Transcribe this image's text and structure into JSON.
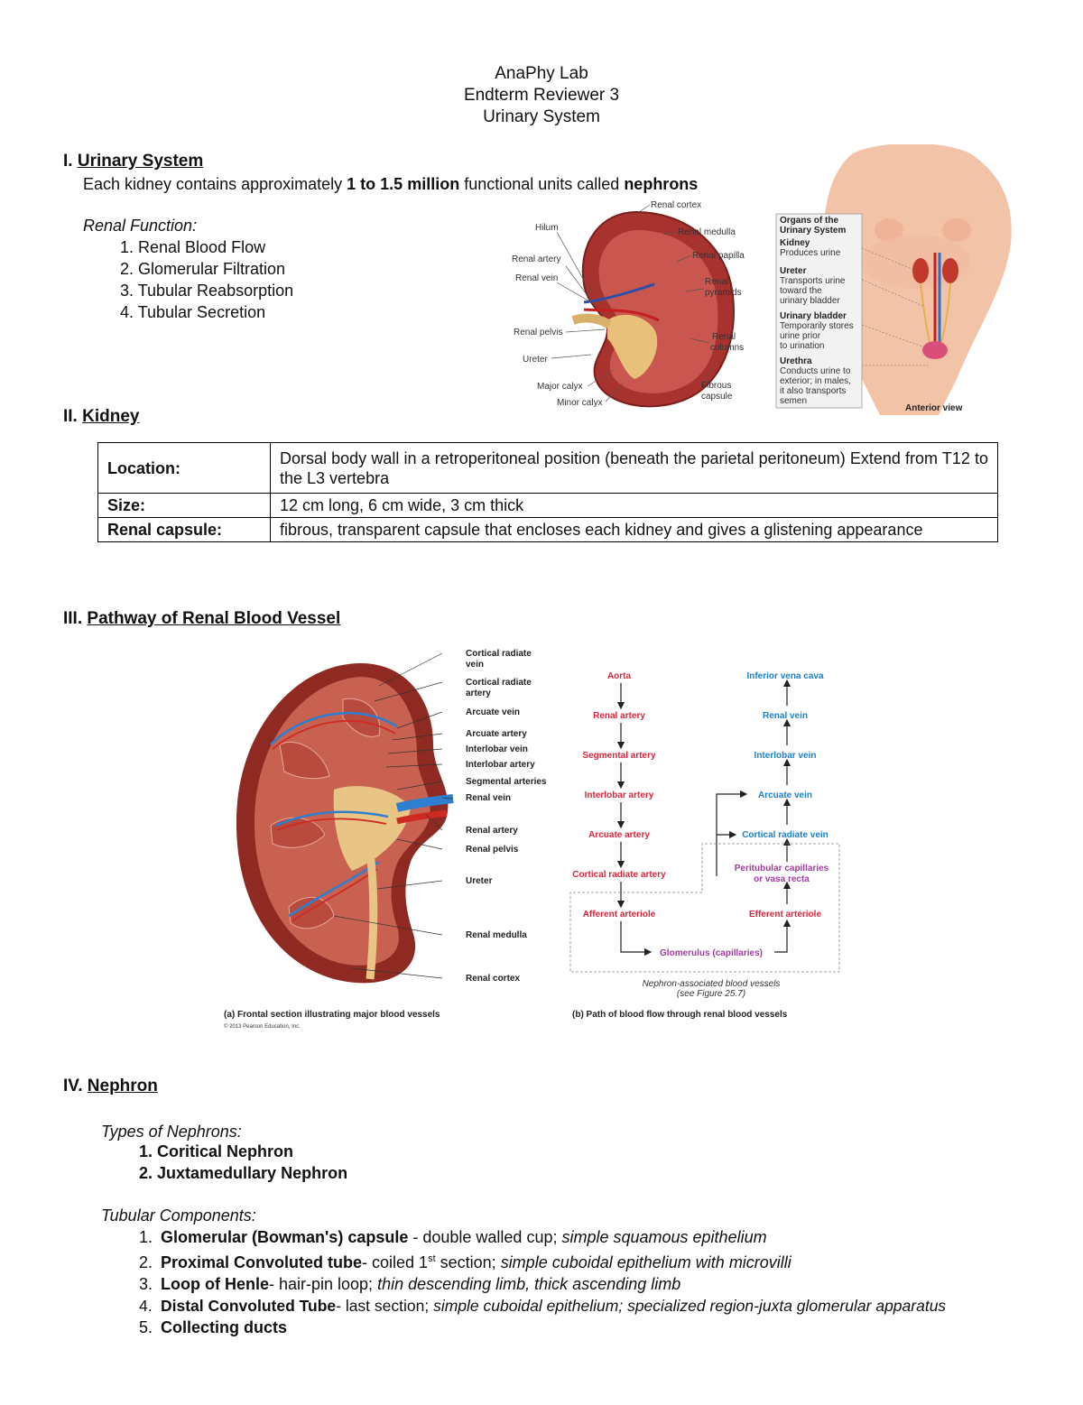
{
  "header": {
    "line1": "AnaPhy Lab",
    "line2": "Endterm Reviewer 3",
    "line3": "Urinary System"
  },
  "sec1": {
    "num": "I.",
    "title": "Urinary System",
    "intro_a": "Each kidney contains approximately ",
    "intro_b": "1 to 1.5 million",
    "intro_c": " functional units called ",
    "intro_d": "nephrons",
    "renal_function_label": "Renal Function:",
    "functions": [
      "1. Renal Blood Flow",
      "2. Glomerular Filtration",
      "3. Tubular Reabsorption",
      "4. Tubular Secretion"
    ]
  },
  "kidney_fig": {
    "labels": [
      "Renal cortex",
      "Hilum",
      "Renal medulla",
      "Renal papilla",
      "Renal artery",
      "Renal vein",
      "Renal",
      "pyramids",
      "Renal pelvis",
      "Renal",
      "columns",
      "Ureter",
      "Major calyx",
      "Fibrous",
      "capsule",
      "Minor calyx"
    ]
  },
  "body_fig": {
    "box_title1": "Organs of the",
    "box_title2": "Urinary System",
    "organs": [
      {
        "name": "Kidney",
        "desc": [
          "Produces urine"
        ]
      },
      {
        "name": "Ureter",
        "desc": [
          "Transports urine",
          "toward the",
          "urinary bladder"
        ]
      },
      {
        "name": "Urinary bladder",
        "desc": [
          "Temporarily stores",
          "urine prior",
          "to urination"
        ]
      },
      {
        "name": "Urethra",
        "desc": [
          "Conducts urine to",
          "exterior; in males,",
          "it also transports",
          "semen"
        ]
      }
    ],
    "view": "Anterior view"
  },
  "sec2": {
    "num": "II.",
    "title": "Kidney",
    "rows": [
      {
        "label": "Location:",
        "value": "Dorsal body wall in a retroperitoneal position (beneath the parietal peritoneum) Extend from T12 to the L3 vertebra"
      },
      {
        "label": "Size:",
        "value": "12 cm long, 6 cm wide, 3 cm thick"
      },
      {
        "label": "Renal capsule:",
        "value": "fibrous, transparent capsule that encloses each kidney and gives a glistening appearance"
      }
    ]
  },
  "sec3": {
    "num": "III.",
    "title": "Pathway of Renal Blood Vessel",
    "frontal_labels": [
      "Cortical radiate",
      "vein",
      "Cortical radiate",
      "artery",
      "Arcuate vein",
      "Arcuate artery",
      "Interlobar vein",
      "Interlobar artery",
      "Segmental arteries",
      "Renal vein",
      "Renal artery",
      "Renal pelvis",
      "Ureter",
      "Renal medulla",
      "Renal cortex"
    ],
    "caption_a": "(a) Frontal section illustrating major blood vessels",
    "copyright": "© 2013 Pearson Education, Inc.",
    "flow_left": [
      "Aorta",
      "Renal artery",
      "Segmental artery",
      "Interlobar artery",
      "Arcuate artery",
      "Cortical radiate artery",
      "Afferent arteriole"
    ],
    "flow_right": [
      "Inferior vena cava",
      "Renal vein",
      "Interlobar vein",
      "Arcuate vein",
      "Cortical radiate vein"
    ],
    "peritubular1": "Peritubular capillaries",
    "peritubular2": "or vasa recta",
    "efferent": "Efferent arteriole",
    "glomerulus": "Glomerulus (capillaries)",
    "nephron_note1": "Nephron-associated blood vessels",
    "nephron_note2": "(see Figure 25.7)",
    "caption_b": "(b) Path of blood flow through renal blood vessels"
  },
  "sec4": {
    "num": "IV.",
    "title": "Nephron",
    "types_label": "Types of Nephrons:",
    "types": [
      "1.  Coritical Nephron",
      "2.  Juxtamedullary Nephron"
    ],
    "tubular_label": "Tubular Components:",
    "c1_num": "1.",
    "c1_b": "Glomerular (Bowman's) capsule",
    "c1_n": " - double walled cup; ",
    "c1_i": "simple squamous epithelium",
    "c2_num": "2.",
    "c2_b": "Proximal Convoluted tube",
    "c2_n1": "- coiled 1",
    "c2_sup": "st",
    "c2_n2": " section; ",
    "c2_i": "simple cuboidal epithelium with microvilli",
    "c3_num": "3.",
    "c3_b": "Loop of Henle",
    "c3_n": "- hair-pin loop; ",
    "c3_i": "thin descending limb, thick ascending limb",
    "c4_num": "4.",
    "c4_b": "Distal Convoluted Tube",
    "c4_n": "- last section; ",
    "c4_i": "simple cuboidal epithelium; specialized region-juxta glomerular apparatus",
    "c5_num": "5.",
    "c5_b": "Collecting ducts"
  }
}
